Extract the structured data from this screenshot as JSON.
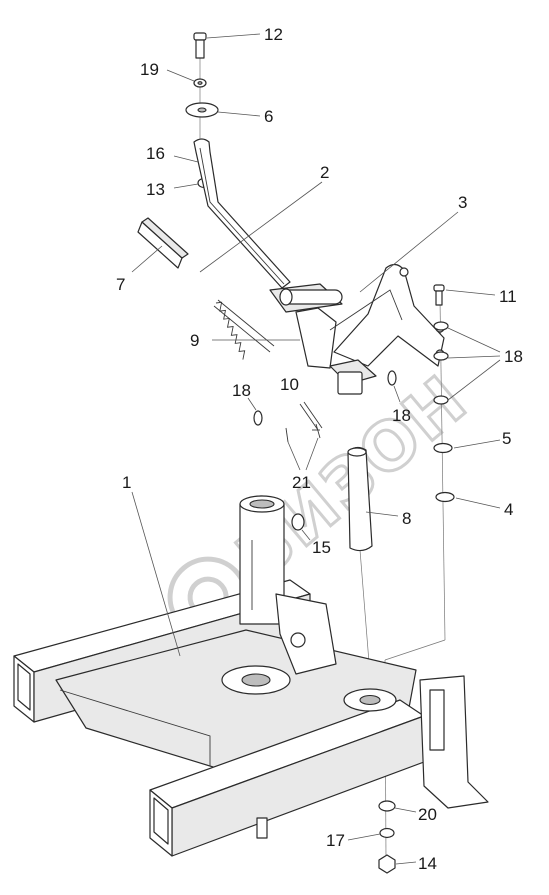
{
  "watermark": {
    "text": "БИЗОН"
  },
  "corner_mark": "",
  "callouts": [
    {
      "id": "12",
      "text": "12"
    },
    {
      "id": "19",
      "text": "19"
    },
    {
      "id": "6",
      "text": "6"
    },
    {
      "id": "16",
      "text": "16"
    },
    {
      "id": "13",
      "text": "13"
    },
    {
      "id": "2",
      "text": "2"
    },
    {
      "id": "3",
      "text": "3"
    },
    {
      "id": "7",
      "text": "7"
    },
    {
      "id": "11",
      "text": "11"
    },
    {
      "id": "9",
      "text": "9"
    },
    {
      "id": "18a",
      "text": "18"
    },
    {
      "id": "10",
      "text": "10"
    },
    {
      "id": "18b",
      "text": "18"
    },
    {
      "id": "18c",
      "text": "18"
    },
    {
      "id": "5",
      "text": "5"
    },
    {
      "id": "21",
      "text": "21"
    },
    {
      "id": "1",
      "text": "1"
    },
    {
      "id": "8",
      "text": "8"
    },
    {
      "id": "4",
      "text": "4"
    },
    {
      "id": "15",
      "text": "15"
    },
    {
      "id": "20",
      "text": "20"
    },
    {
      "id": "17",
      "text": "17"
    },
    {
      "id": "14",
      "text": "14"
    }
  ]
}
